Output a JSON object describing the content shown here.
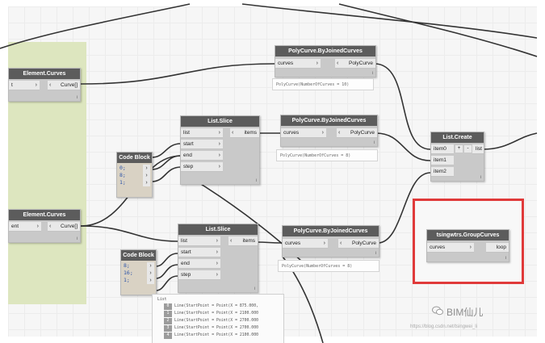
{
  "nodes": {
    "element_curves_top": {
      "title": "Element.Curves",
      "input": "t",
      "output": "Curve[]"
    },
    "element_curves_bottom": {
      "title": "Element.Curves",
      "input": "ent",
      "output": "Curve[]"
    },
    "polycurve_top": {
      "title": "PolyCurve.ByJoinedCurves",
      "input": "curves",
      "output": "PolyCurve",
      "preview": "PolyCurve(NumberOfCurves = 10)"
    },
    "polycurve_mid": {
      "title": "PolyCurve.ByJoinedCurves",
      "input": "curves",
      "output": "PolyCurve",
      "preview": "PolyCurve(NumberOfCurves = 8)"
    },
    "polycurve_bottom": {
      "title": "PolyCurve.ByJoinedCurves",
      "input": "curves",
      "output": "PolyCurve",
      "preview": "PolyCurve(NumberOfCurves = 8)"
    },
    "list_slice_top": {
      "title": "List.Slice",
      "inputs": [
        "list",
        "start",
        "end",
        "step"
      ],
      "output": "items"
    },
    "list_slice_bottom": {
      "title": "List.Slice",
      "inputs": [
        "list",
        "start",
        "end",
        "step"
      ],
      "output": "items"
    },
    "code_block_top": {
      "title": "Code Block",
      "lines": [
        "0;",
        "8;",
        "1;"
      ]
    },
    "code_block_bottom": {
      "title": "Code Block",
      "lines": [
        "8;",
        "16;",
        "1;"
      ]
    },
    "list_create": {
      "title": "List.Create",
      "inputs": [
        "item0",
        "item1",
        "item2"
      ],
      "output": "list",
      "plus": "+",
      "minus": "-"
    },
    "group_curves": {
      "title": "tsingwtrs.GroupCurves",
      "input": "curves",
      "output": "loop"
    }
  },
  "list_preview": {
    "title": "List",
    "rows": [
      {
        "idx": "0",
        "text": "Line(StartPoint = Point(X = 875.000,"
      },
      {
        "idx": "1",
        "text": "Line(StartPoint = Point(X = 2100.000"
      },
      {
        "idx": "2",
        "text": "Line(StartPoint = Point(X = 2700.000"
      },
      {
        "idx": "3",
        "text": "Line(StartPoint = Point(X = 2700.000"
      },
      {
        "idx": "4",
        "text": "Line(StartPoint = Point(X = 2100.000"
      }
    ]
  },
  "watermark": {
    "brand": "BIM仙儿",
    "url": "https://blog.csdn.net/tsingwei_li"
  },
  "colors": {
    "node_header": "#5c5c5c",
    "group_green": "#dde6bf",
    "highlight": "#e03a3a",
    "wire": "#333333"
  }
}
